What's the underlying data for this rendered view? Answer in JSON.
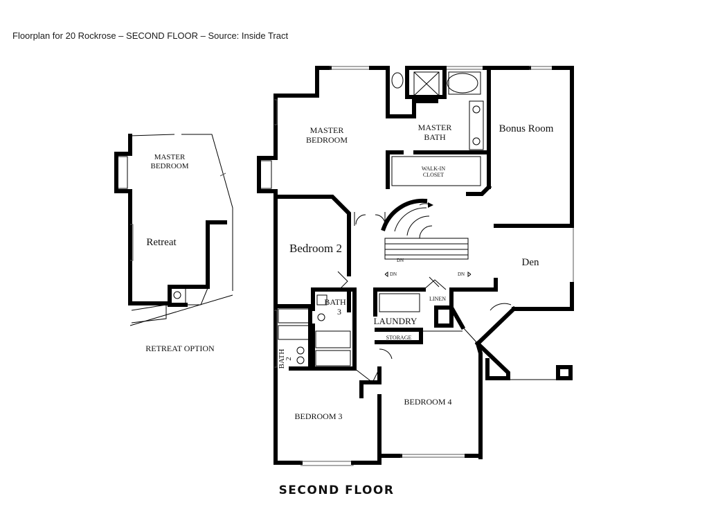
{
  "caption": "Floorplan for 20 Rockrose – SECOND FLOOR – Source: Inside Tract",
  "plan": {
    "title": "SECOND FLOOR",
    "option_caption": "RETREAT OPTION",
    "rooms": {
      "master_bedroom_l1": "MASTER",
      "master_bedroom_l2": "BEDROOM",
      "master_bath_l1": "MASTER",
      "master_bath_l2": "BATH",
      "walk_in_l1": "WALK-IN",
      "walk_in_l2": "CLOSET",
      "bonus_room": "Bonus Room",
      "bedroom_2": "Bedroom 2",
      "den": "Den",
      "bath_3_l1": "BATH",
      "bath_3_l2": "3",
      "linen": "LINEN",
      "laundry": "LAUNDRY",
      "storage": "STORAGE",
      "bath_2_l1": "BATH",
      "bath_2_l2": "2",
      "bedroom_3": "BEDROOM 3",
      "bedroom_4": "BEDROOM 4",
      "dn_1": "DN",
      "dn_2": "DN",
      "dn_3": "DN"
    },
    "retreat": {
      "master_bedroom_l1": "MASTER",
      "master_bedroom_l2": "BEDROOM",
      "retreat": "Retreat"
    }
  }
}
